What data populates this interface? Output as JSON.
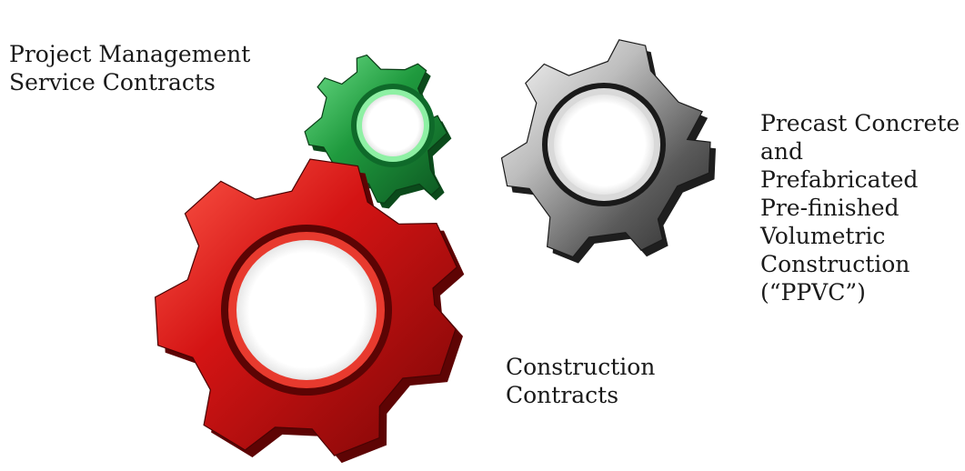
{
  "labels": {
    "project_management": [
      "Project Management",
      "Service Contracts"
    ],
    "precast": [
      "Precast Concrete",
      "and",
      "Prefabricated",
      "Pre-finished",
      "Volumetric",
      "Construction",
      "(“PPVC”)"
    ],
    "construction": [
      "Construction",
      "Contracts"
    ]
  },
  "gears": {
    "green": {
      "label_ref": "project_management",
      "color": "#1f8f3a",
      "highlight": "#5fd07a",
      "shadow": "#0b4a1b",
      "teeth": 8
    },
    "silver": {
      "label_ref": "precast",
      "color": "#6e6e6e",
      "highlight": "#f2f2f2",
      "shadow": "#1e1e1e",
      "teeth": 9
    },
    "red": {
      "label_ref": "construction",
      "color": "#c80f0f",
      "highlight": "#ff6b5e",
      "shadow": "#5e0404",
      "teeth": 10
    }
  }
}
